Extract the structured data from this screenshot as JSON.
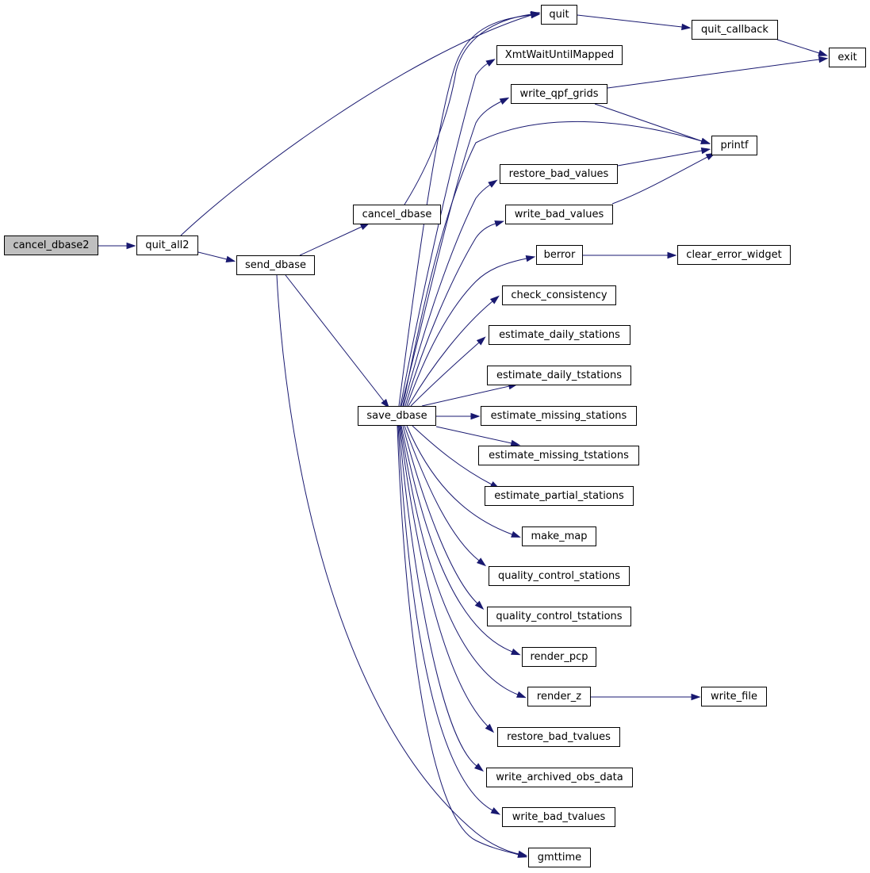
{
  "graph": {
    "root": "cancel_dbase2",
    "nodes": [
      {
        "id": "cancel_dbase2",
        "label": "cancel_dbase2"
      },
      {
        "id": "quit_all2",
        "label": "quit_all2"
      },
      {
        "id": "send_dbase",
        "label": "send_dbase"
      },
      {
        "id": "cancel_dbase",
        "label": "cancel_dbase"
      },
      {
        "id": "save_dbase",
        "label": "save_dbase"
      },
      {
        "id": "quit",
        "label": "quit"
      },
      {
        "id": "quit_callback",
        "label": "quit_callback"
      },
      {
        "id": "exit",
        "label": "exit"
      },
      {
        "id": "XmtWaitUntilMapped",
        "label": "XmtWaitUntilMapped"
      },
      {
        "id": "write_qpf_grids",
        "label": "write_qpf_grids"
      },
      {
        "id": "printf",
        "label": "printf"
      },
      {
        "id": "restore_bad_values",
        "label": "restore_bad_values"
      },
      {
        "id": "write_bad_values",
        "label": "write_bad_values"
      },
      {
        "id": "berror",
        "label": "berror"
      },
      {
        "id": "clear_error_widget",
        "label": "clear_error_widget"
      },
      {
        "id": "check_consistency",
        "label": "check_consistency"
      },
      {
        "id": "estimate_daily_stations",
        "label": "estimate_daily_stations"
      },
      {
        "id": "estimate_daily_tstations",
        "label": "estimate_daily_tstations"
      },
      {
        "id": "estimate_missing_stations",
        "label": "estimate_missing_stations"
      },
      {
        "id": "estimate_missing_tstations",
        "label": "estimate_missing_tstations"
      },
      {
        "id": "estimate_partial_stations",
        "label": "estimate_partial_stations"
      },
      {
        "id": "make_map",
        "label": "make_map"
      },
      {
        "id": "quality_control_stations",
        "label": "quality_control_stations"
      },
      {
        "id": "quality_control_tstations",
        "label": "quality_control_tstations"
      },
      {
        "id": "render_pcp",
        "label": "render_pcp"
      },
      {
        "id": "render_z",
        "label": "render_z"
      },
      {
        "id": "write_file",
        "label": "write_file"
      },
      {
        "id": "restore_bad_tvalues",
        "label": "restore_bad_tvalues"
      },
      {
        "id": "write_archived_obs_data",
        "label": "write_archived_obs_data"
      },
      {
        "id": "write_bad_tvalues",
        "label": "write_bad_tvalues"
      },
      {
        "id": "gmttime",
        "label": "gmttime"
      }
    ],
    "edges": [
      {
        "from": "cancel_dbase2",
        "to": "quit_all2"
      },
      {
        "from": "quit_all2",
        "to": "quit"
      },
      {
        "from": "quit_all2",
        "to": "send_dbase"
      },
      {
        "from": "send_dbase",
        "to": "cancel_dbase"
      },
      {
        "from": "send_dbase",
        "to": "save_dbase"
      },
      {
        "from": "send_dbase",
        "to": "gmttime"
      },
      {
        "from": "cancel_dbase",
        "to": "quit"
      },
      {
        "from": "quit",
        "to": "quit_callback"
      },
      {
        "from": "quit_callback",
        "to": "exit"
      },
      {
        "from": "write_qpf_grids",
        "to": "exit"
      },
      {
        "from": "write_qpf_grids",
        "to": "printf"
      },
      {
        "from": "restore_bad_values",
        "to": "printf"
      },
      {
        "from": "write_bad_values",
        "to": "printf"
      },
      {
        "from": "berror",
        "to": "clear_error_widget"
      },
      {
        "from": "render_z",
        "to": "write_file"
      },
      {
        "from": "save_dbase",
        "to": "quit"
      },
      {
        "from": "save_dbase",
        "to": "XmtWaitUntilMapped"
      },
      {
        "from": "save_dbase",
        "to": "write_qpf_grids"
      },
      {
        "from": "save_dbase",
        "to": "printf"
      },
      {
        "from": "save_dbase",
        "to": "restore_bad_values"
      },
      {
        "from": "save_dbase",
        "to": "write_bad_values"
      },
      {
        "from": "save_dbase",
        "to": "berror"
      },
      {
        "from": "save_dbase",
        "to": "check_consistency"
      },
      {
        "from": "save_dbase",
        "to": "estimate_daily_stations"
      },
      {
        "from": "save_dbase",
        "to": "estimate_daily_tstations"
      },
      {
        "from": "save_dbase",
        "to": "estimate_missing_stations"
      },
      {
        "from": "save_dbase",
        "to": "estimate_missing_tstations"
      },
      {
        "from": "save_dbase",
        "to": "estimate_partial_stations"
      },
      {
        "from": "save_dbase",
        "to": "make_map"
      },
      {
        "from": "save_dbase",
        "to": "quality_control_stations"
      },
      {
        "from": "save_dbase",
        "to": "quality_control_tstations"
      },
      {
        "from": "save_dbase",
        "to": "render_pcp"
      },
      {
        "from": "save_dbase",
        "to": "render_z"
      },
      {
        "from": "save_dbase",
        "to": "restore_bad_tvalues"
      },
      {
        "from": "save_dbase",
        "to": "write_archived_obs_data"
      },
      {
        "from": "save_dbase",
        "to": "write_bad_tvalues"
      },
      {
        "from": "save_dbase",
        "to": "gmttime"
      }
    ],
    "colors": {
      "edge": "#191970",
      "node_border": "#000000",
      "root_fill": "#bfbfbf",
      "node_fill": "#ffffff"
    }
  }
}
